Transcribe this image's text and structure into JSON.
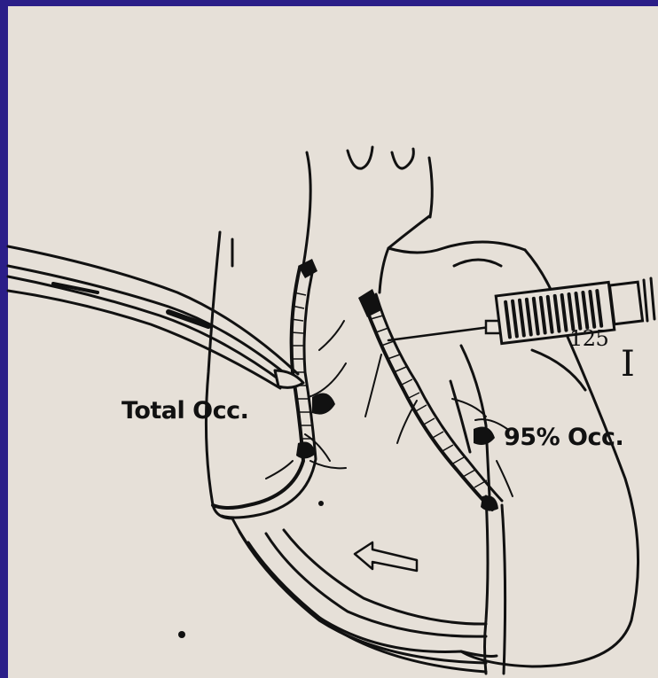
{
  "labels": {
    "total_occ": "Total Occ.",
    "ninety_five_occ": "95% Occ.",
    "isotope_mass": "125",
    "isotope_symbol": "I"
  },
  "colors": {
    "slide_border": "#2b1e88",
    "paper": "#e6e0d8",
    "ink": "#111111"
  }
}
